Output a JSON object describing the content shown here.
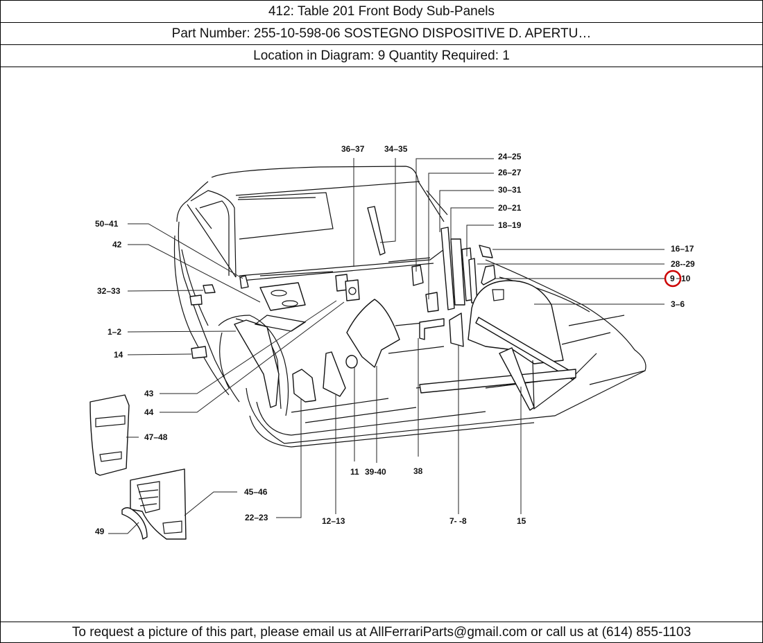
{
  "header": {
    "title": "412:   Table 201 Front Body Sub-Panels",
    "part_number": "Part Number: 255-10-598-06   SOSTEGNO DISPOSITIVE D. APERTU…",
    "location": "Location in Diagram: 9   Quantity Required: 1"
  },
  "diagram": {
    "highlight_color": "#cc0000",
    "highlighted_callout": "9",
    "callouts": {
      "c36_37": "36–37",
      "c34_35": "34–35",
      "c24_25": "24–25",
      "c26_27": "26–27",
      "c30_31": "30–31",
      "c20_21": "20–21",
      "c18_19": "18–19",
      "c16_17": "16–17",
      "c28_29": "28--29",
      "c9": "9",
      "c10": "10",
      "c3_6": "3–6",
      "c50_41": "50–41",
      "c42": "42",
      "c32_33": "32–33",
      "c1_2": "1–2",
      "c14": "14",
      "c43": "43",
      "c44": "44",
      "c47_48": "47–48",
      "c45_46": "45–46",
      "c49": "49",
      "c22_23": "22–23",
      "c12_13": "12–13",
      "c11": "11",
      "c39_40": "39-40",
      "c38": "38",
      "c7_8": "7- -8",
      "c15": "15"
    }
  },
  "footer": {
    "text": "To request a picture of this part, please email us at AllFerrariParts@gmail.com or call us at (614) 855-1103"
  }
}
